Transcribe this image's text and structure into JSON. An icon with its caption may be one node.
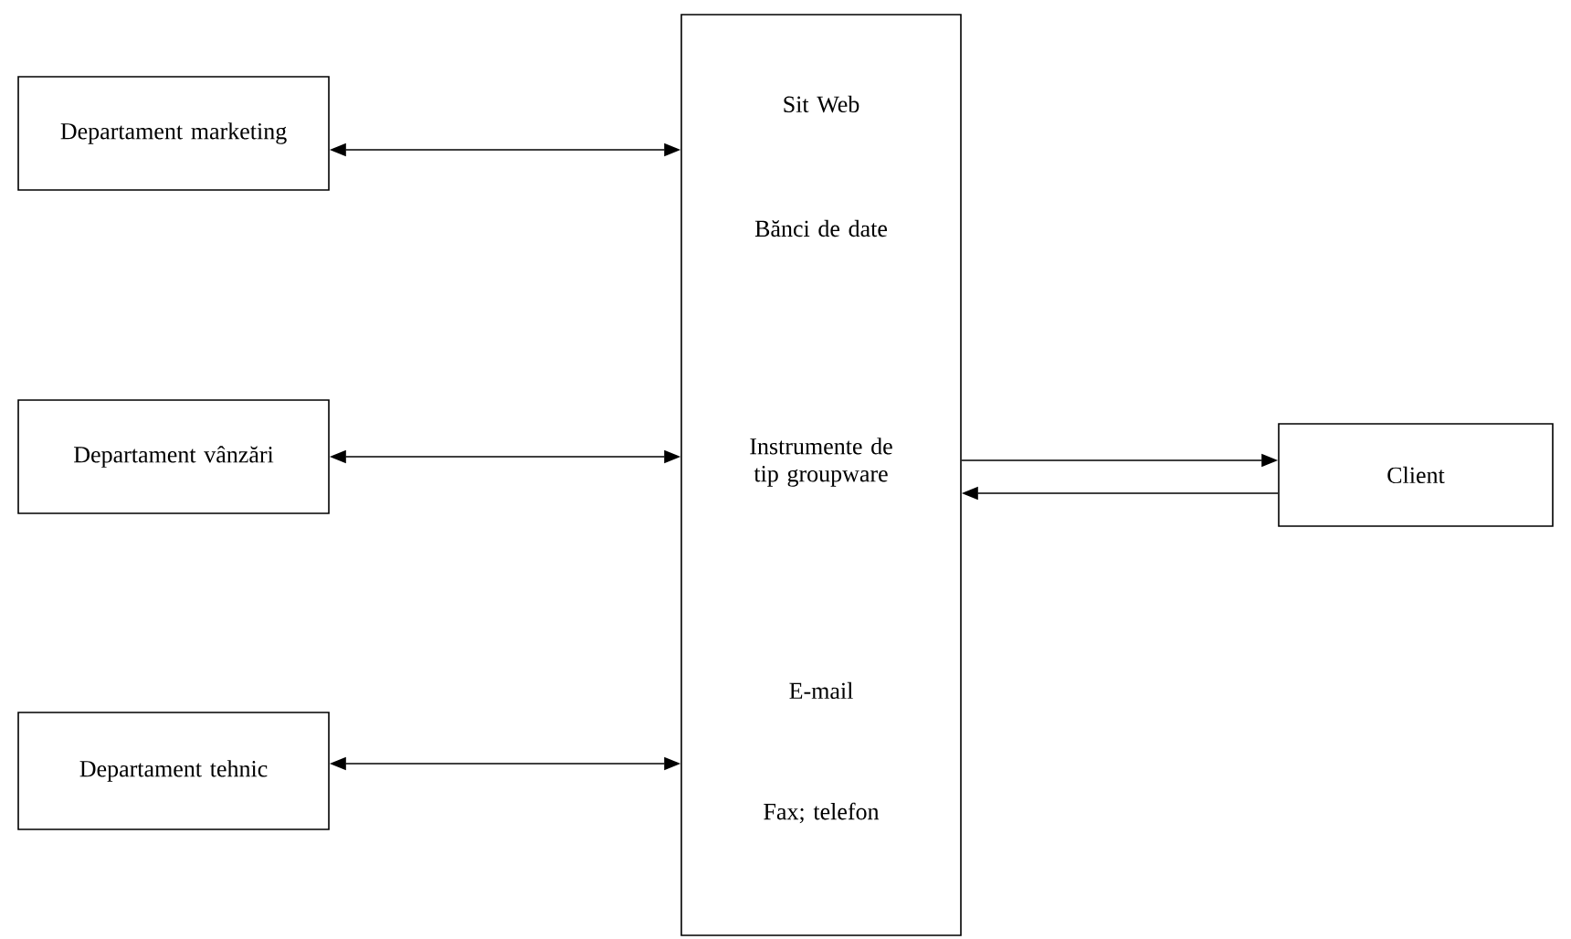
{
  "diagram": {
    "nodes": [
      {
        "text": [
          "Departament marketing"
        ]
      },
      {
        "text": [
          "Departament vânzări"
        ]
      },
      {
        "text": [
          "Departament tehnic"
        ]
      },
      {
        "text": [
          "Sit Web",
          "Bănci de date",
          "Instrumente de tip groupware",
          "E-mail",
          "Fax; telefon"
        ]
      },
      {
        "text": [
          "Client"
        ]
      }
    ],
    "edges": [
      {
        "from": 0,
        "to": 3,
        "arrow": "both"
      },
      {
        "from": 1,
        "to": 3,
        "arrow": "both"
      },
      {
        "from": 2,
        "to": 3,
        "arrow": "both"
      },
      {
        "from": 3,
        "to": 4,
        "arrow": "to"
      },
      {
        "from": 4,
        "to": 3,
        "arrow": "to"
      }
    ]
  }
}
